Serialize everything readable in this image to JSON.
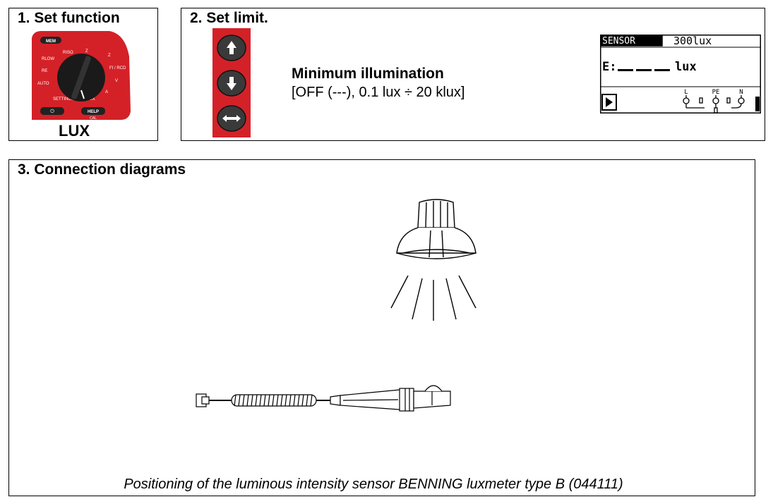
{
  "section1": {
    "title": "1. Set function",
    "function_label": "LUX",
    "device": {
      "mem": "MEM",
      "help": "HELP",
      "cal": "CAL",
      "power_symbol": "⏻",
      "rlow": "RLOW",
      "riso": "RISO",
      "zlnl": "Z",
      "zlpe": "Z",
      "rp": "RE",
      "auto": "AUTO",
      "settings": "SETTINGS",
      "lux": "LUX",
      "fircd": "FI / RCD",
      "v": "V",
      "a": "A"
    }
  },
  "section2": {
    "title": "2. Set limit.",
    "min_title": "Minimum illumination",
    "min_range": "[OFF (---), 0.1 lux ÷ 20 klux]",
    "keys": [
      "up-arrow",
      "down-arrow",
      "left-right-arrow"
    ],
    "lcd": {
      "sensor_label": "SENSOR",
      "limit_value": "300lux",
      "reading_prefix": "E:",
      "reading_unit": "lux",
      "term_l": "L",
      "term_pe": "PE",
      "term_n": "N"
    }
  },
  "section3": {
    "title": "3. Connection diagrams",
    "caption": "Positioning of the luminous intensity sensor BENNING luxmeter type B (044111)"
  }
}
